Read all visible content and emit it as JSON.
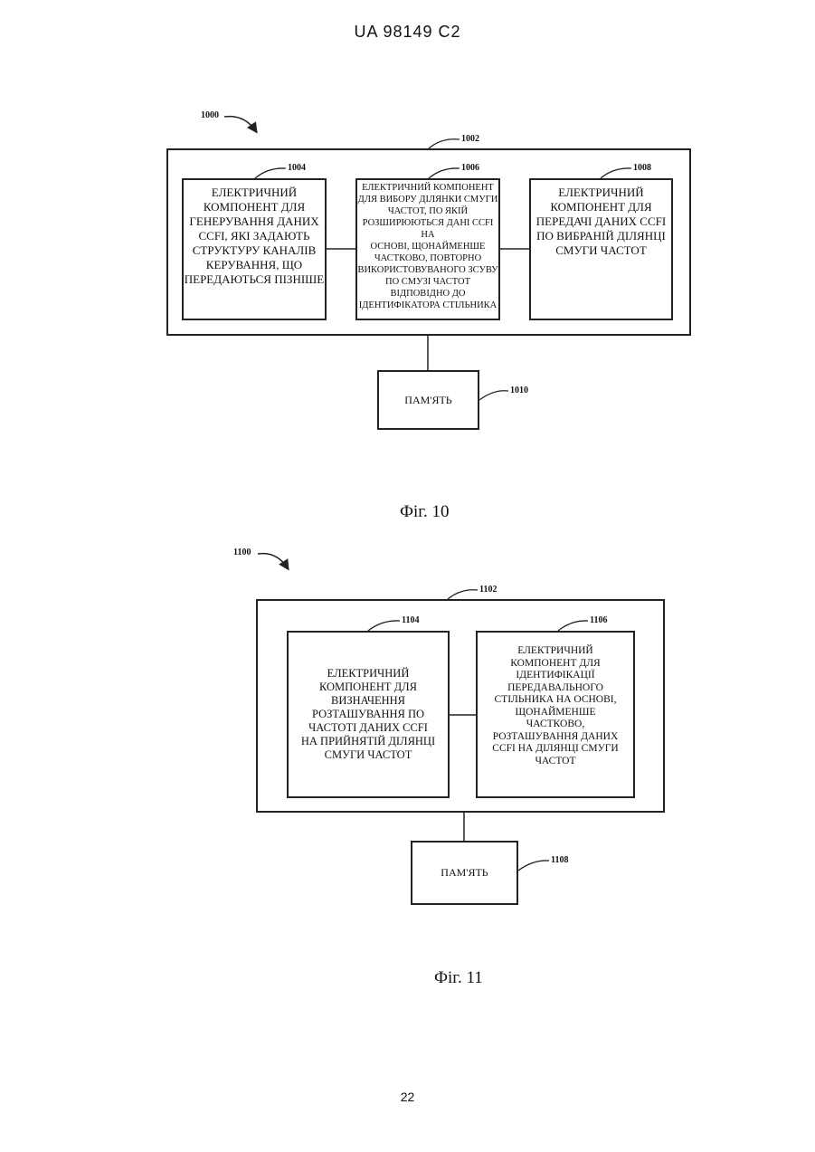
{
  "header": "UA   98149   C2",
  "page_number": "22",
  "fig10": {
    "ref_system": "1000",
    "ref_outer": "1002",
    "block1": {
      "ref": "1004",
      "text": "ЕЛЕКТРИЧНИЙ\nКОМПОНЕНТ ДЛЯ\nГЕНЕРУВАННЯ ДАНИХ\nCCFI, ЯКІ ЗАДАЮТЬ\nСТРУКТУРУ КАНАЛІВ\nКЕРУВАННЯ, ЩО\nПЕРЕДАЮТЬСЯ ПІЗНІШЕ"
    },
    "block2": {
      "ref": "1006",
      "text": "ЕЛЕКТРИЧНИЙ КОМПОНЕНТ\nДЛЯ ВИБОРУ ДІЛЯНКИ СМУГИ\nЧАСТОТ, ПО ЯКІЙ\nРОЗШИРЮЮТЬСЯ ДАНІ CCFI НА\nОСНОВІ, ЩОНАЙМЕНШЕ\nЧАСТКОВО, ПОВТОРНО\nВИКОРИСТОВУВАНОГО ЗСУВУ\nПО СМУЗІ ЧАСТОТ\nВІДПОВІДНО ДО\nІДЕНТИФІКАТОРА СТІЛЬНИКА"
    },
    "block3": {
      "ref": "1008",
      "text": "ЕЛЕКТРИЧНИЙ\nКОМПОНЕНТ ДЛЯ\nПЕРЕДАЧІ ДАНИХ CCFI\nПО ВИБРАНІЙ ДІЛЯНЦІ\nСМУГИ ЧАСТОТ"
    },
    "memory": {
      "ref": "1010",
      "text": "ПАМ'ЯТЬ"
    },
    "caption": "Фіг. 10"
  },
  "fig11": {
    "ref_system": "1100",
    "ref_outer": "1102",
    "block1": {
      "ref": "1104",
      "text": "ЕЛЕКТРИЧНИЙ\nКОМПОНЕНТ ДЛЯ\nВИЗНАЧЕННЯ\nРОЗТАШУВАННЯ ПО\nЧАСТОТІ ДАНИХ CCFI\nНА ПРИЙНЯТІЙ ДІЛЯНЦІ\nСМУГИ ЧАСТОТ"
    },
    "block2": {
      "ref": "1106",
      "text": "ЕЛЕКТРИЧНИЙ\nКОМПОНЕНТ ДЛЯ\nІДЕНТИФІКАЦІЇ\nПЕРЕДАВАЛЬНОГО\nСТІЛЬНИКА НА ОСНОВІ,\nЩОНАЙМЕНШЕ\nЧАСТКОВО,\nРОЗТАШУВАННЯ ДАНИХ\nCCFI НА ДІЛЯНЦІ СМУГИ\nЧАСТОТ"
    },
    "memory": {
      "ref": "1108",
      "text": "ПАМ'ЯТЬ"
    },
    "caption": "Фіг. 11"
  }
}
